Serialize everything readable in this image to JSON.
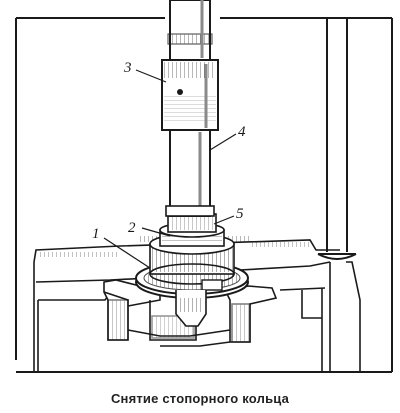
{
  "diagram": {
    "caption": "Снятие стопорного кольца",
    "callouts": [
      {
        "id": "1",
        "text": "1"
      },
      {
        "id": "2",
        "text": "2"
      },
      {
        "id": "3",
        "text": "3"
      },
      {
        "id": "4",
        "text": "4"
      },
      {
        "id": "5",
        "text": "5"
      }
    ]
  },
  "colors": {
    "ink": "#1a1a1a",
    "paper": "#ffffff",
    "shade": "#8a8a8a"
  }
}
